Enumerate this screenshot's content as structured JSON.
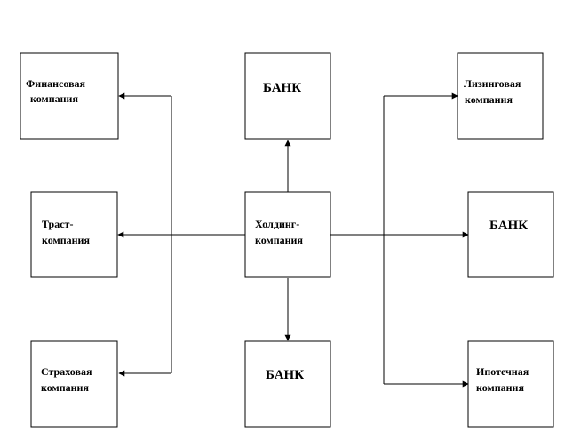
{
  "nodes": {
    "finance": {
      "line1": "Финансовая",
      "line2": "компания"
    },
    "bank_top": {
      "line1": "БАНК"
    },
    "leasing": {
      "line1": "Лизинговая",
      "line2": "компания"
    },
    "trust": {
      "line1": "Траст-",
      "line2": "компания"
    },
    "holding": {
      "line1": "Холдинг-",
      "line2": "компания"
    },
    "bank_right": {
      "line1": "БАНК"
    },
    "insurance": {
      "line1": "Страховая",
      "line2": "компания"
    },
    "bank_bottom": {
      "line1": "БАНК"
    },
    "mortgage": {
      "line1": "Ипотечная",
      "line2": "компания"
    }
  },
  "colors": {
    "stroke": "#000000",
    "background": "#ffffff"
  }
}
